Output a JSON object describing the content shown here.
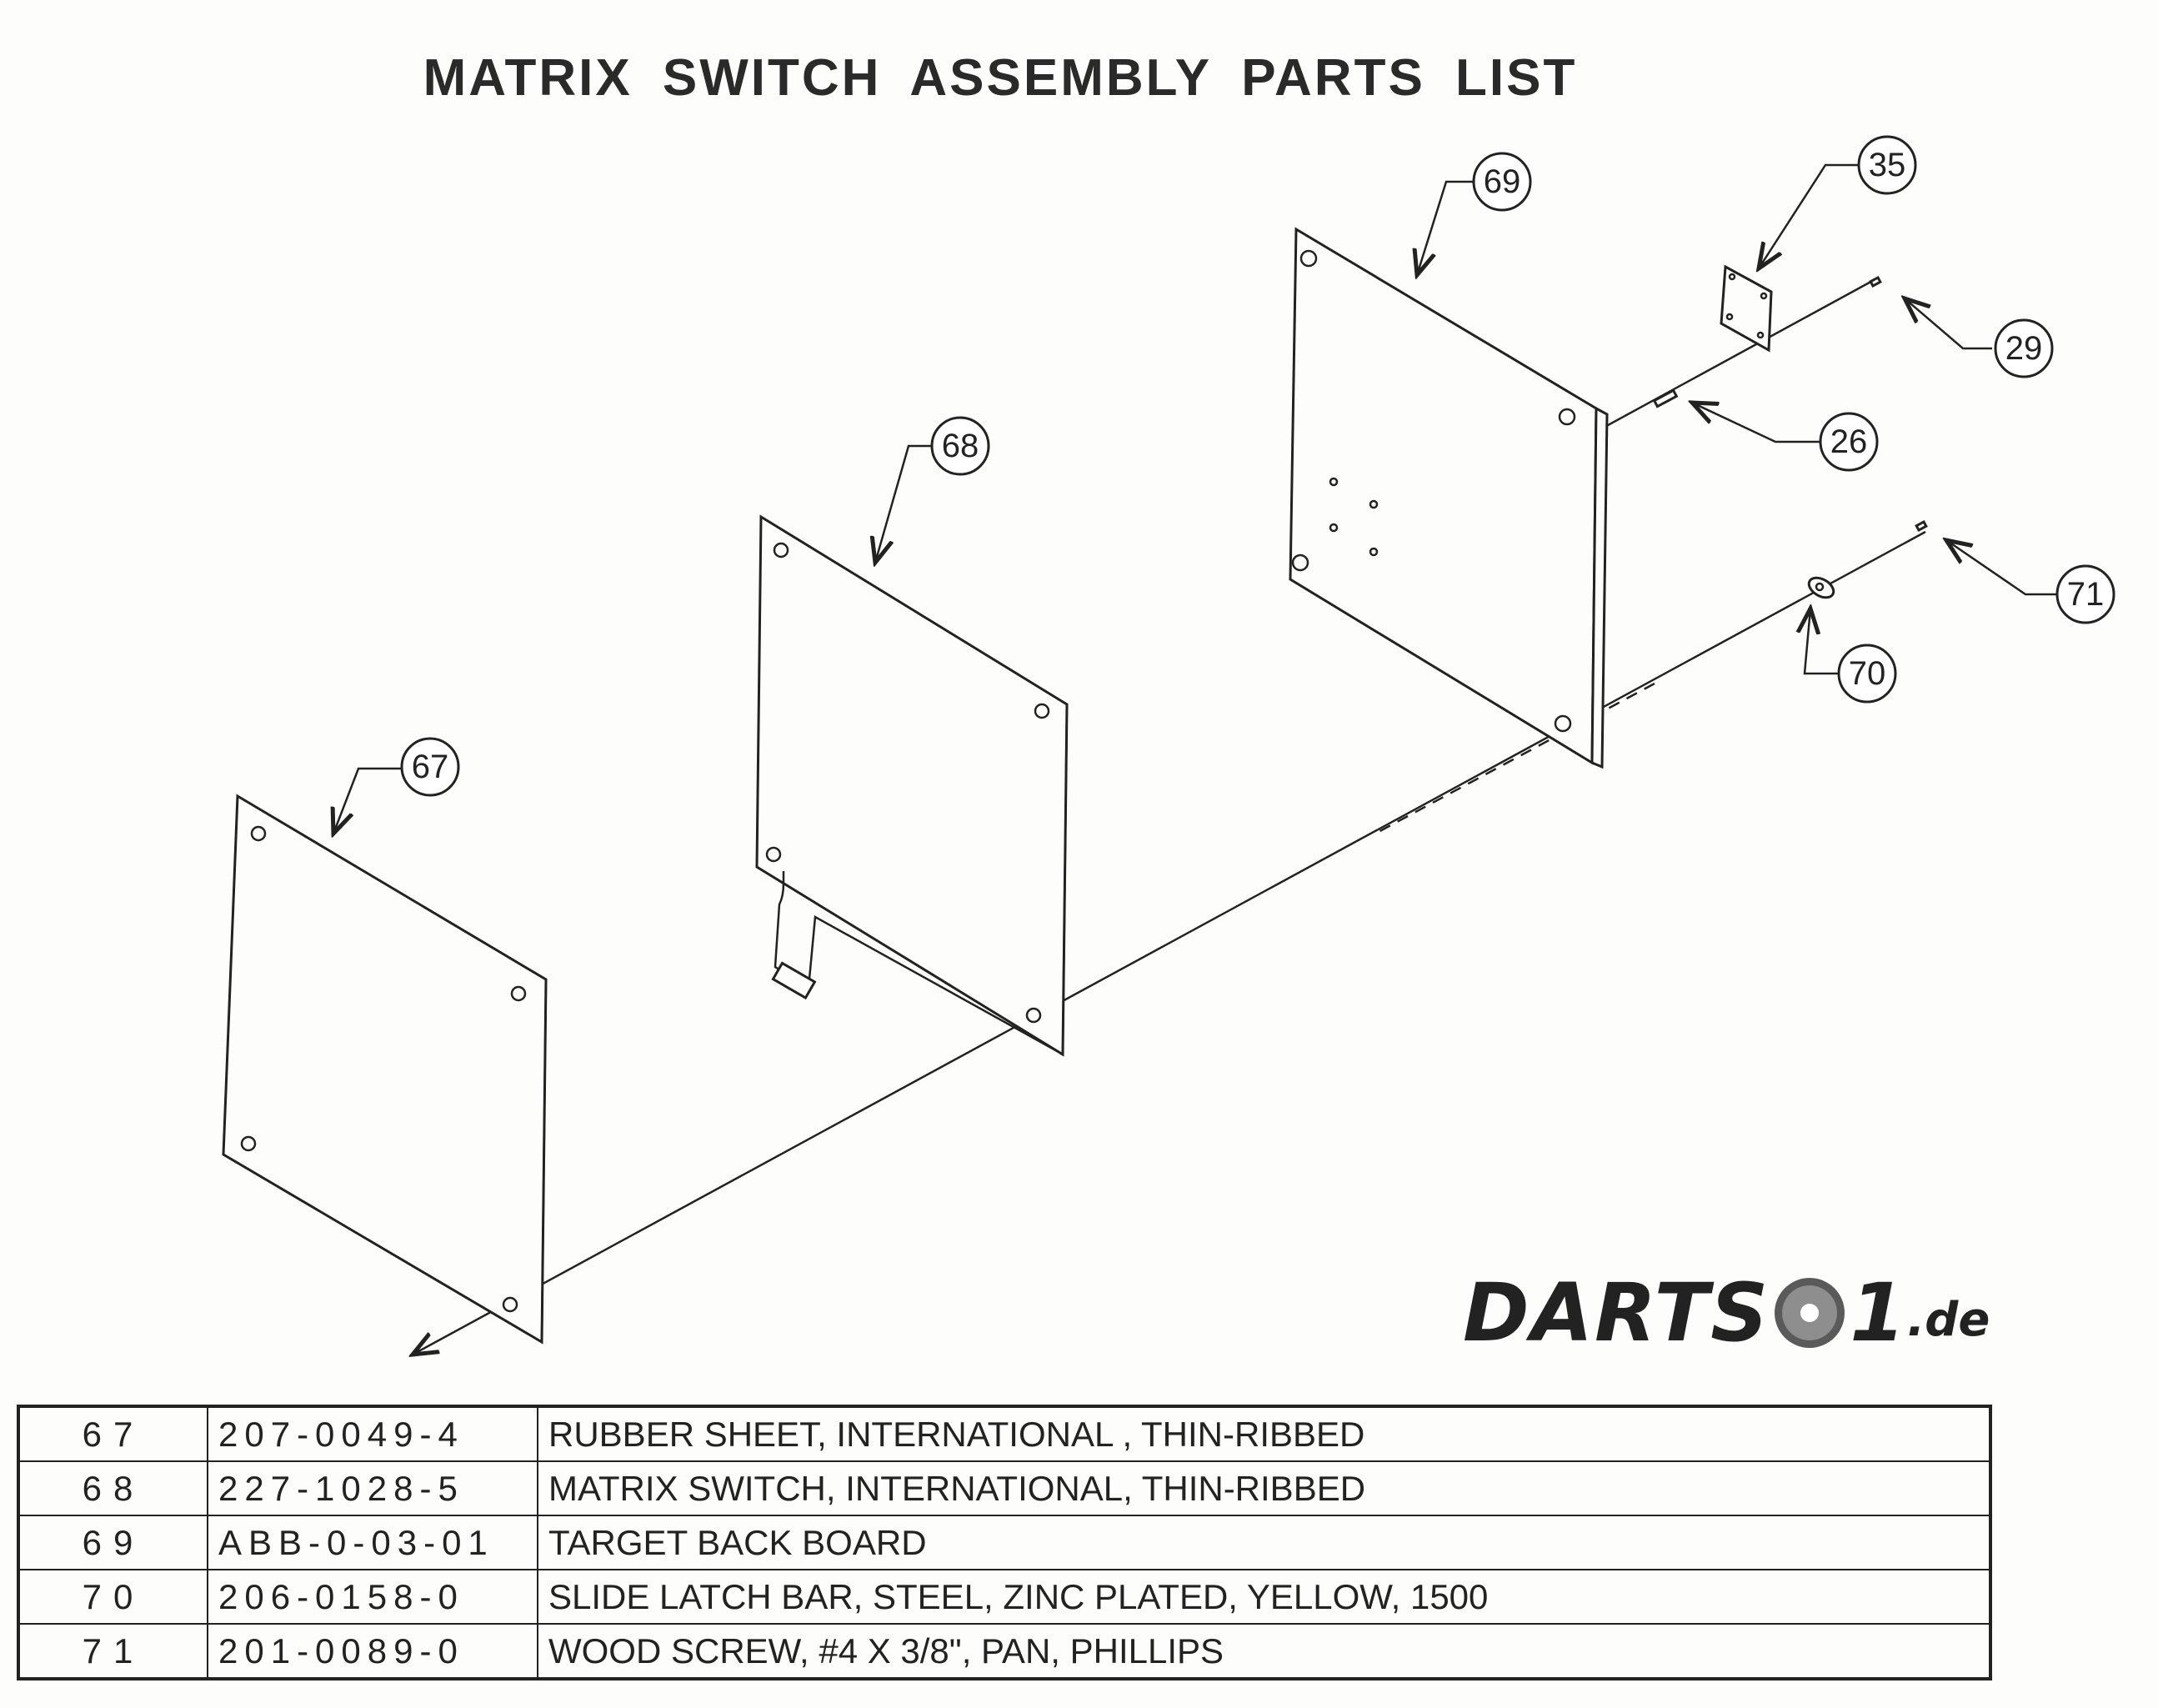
{
  "title": "MATRIX SWITCH ASSEMBLY PARTS LIST",
  "callouts": [
    {
      "label": "67"
    },
    {
      "label": "68"
    },
    {
      "label": "69"
    },
    {
      "label": "35"
    },
    {
      "label": "29"
    },
    {
      "label": "26"
    },
    {
      "label": "71"
    },
    {
      "label": "70"
    }
  ],
  "logo": {
    "main": "DARTS",
    "digit": "1",
    "suffix": ".de"
  },
  "parts": [
    {
      "item": "67",
      "part_no": "207-0049-4",
      "description": "RUBBER SHEET, INTERNATIONAL , THIN-RIBBED"
    },
    {
      "item": "68",
      "part_no": "227-1028-5",
      "description": "MATRIX SWITCH, INTERNATIONAL, THIN-RIBBED"
    },
    {
      "item": "69",
      "part_no": "ABB-0-03-01",
      "description": "TARGET BACK BOARD"
    },
    {
      "item": "70",
      "part_no": "206-0158-0",
      "description": "SLIDE LATCH BAR, STEEL, ZINC PLATED, YELLOW, 1500"
    },
    {
      "item": "71",
      "part_no": "201-0089-0",
      "description": "WOOD SCREW, #4 X 3/8\", PAN, PHILLIPS"
    }
  ]
}
